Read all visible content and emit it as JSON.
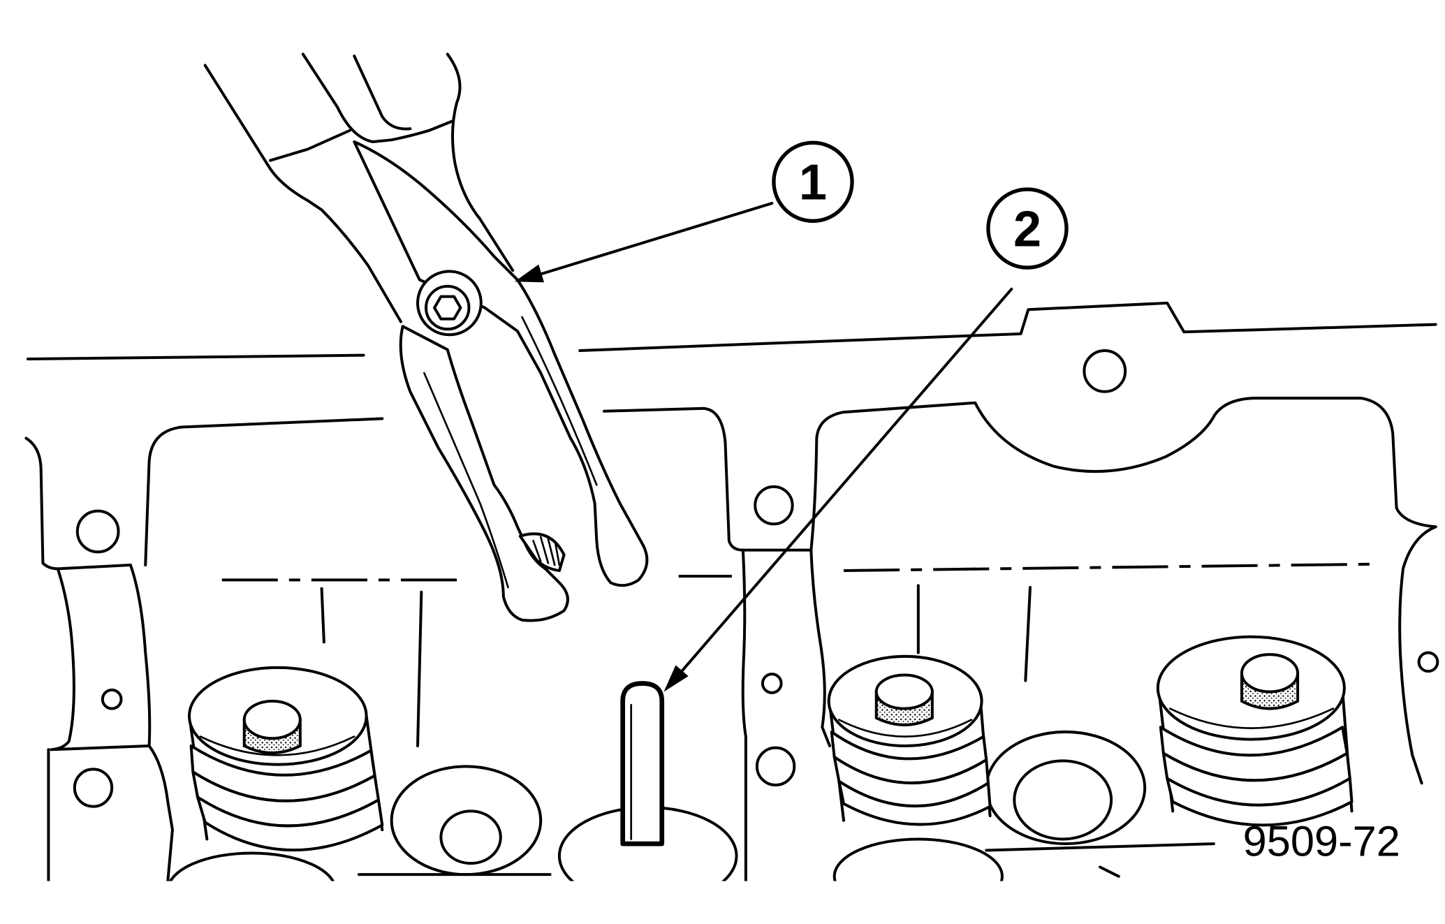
{
  "callouts": [
    {
      "label": "1",
      "icon": "circled-number-icon"
    },
    {
      "label": "2",
      "icon": "circled-number-icon"
    }
  ],
  "figure_number": "9509-72"
}
